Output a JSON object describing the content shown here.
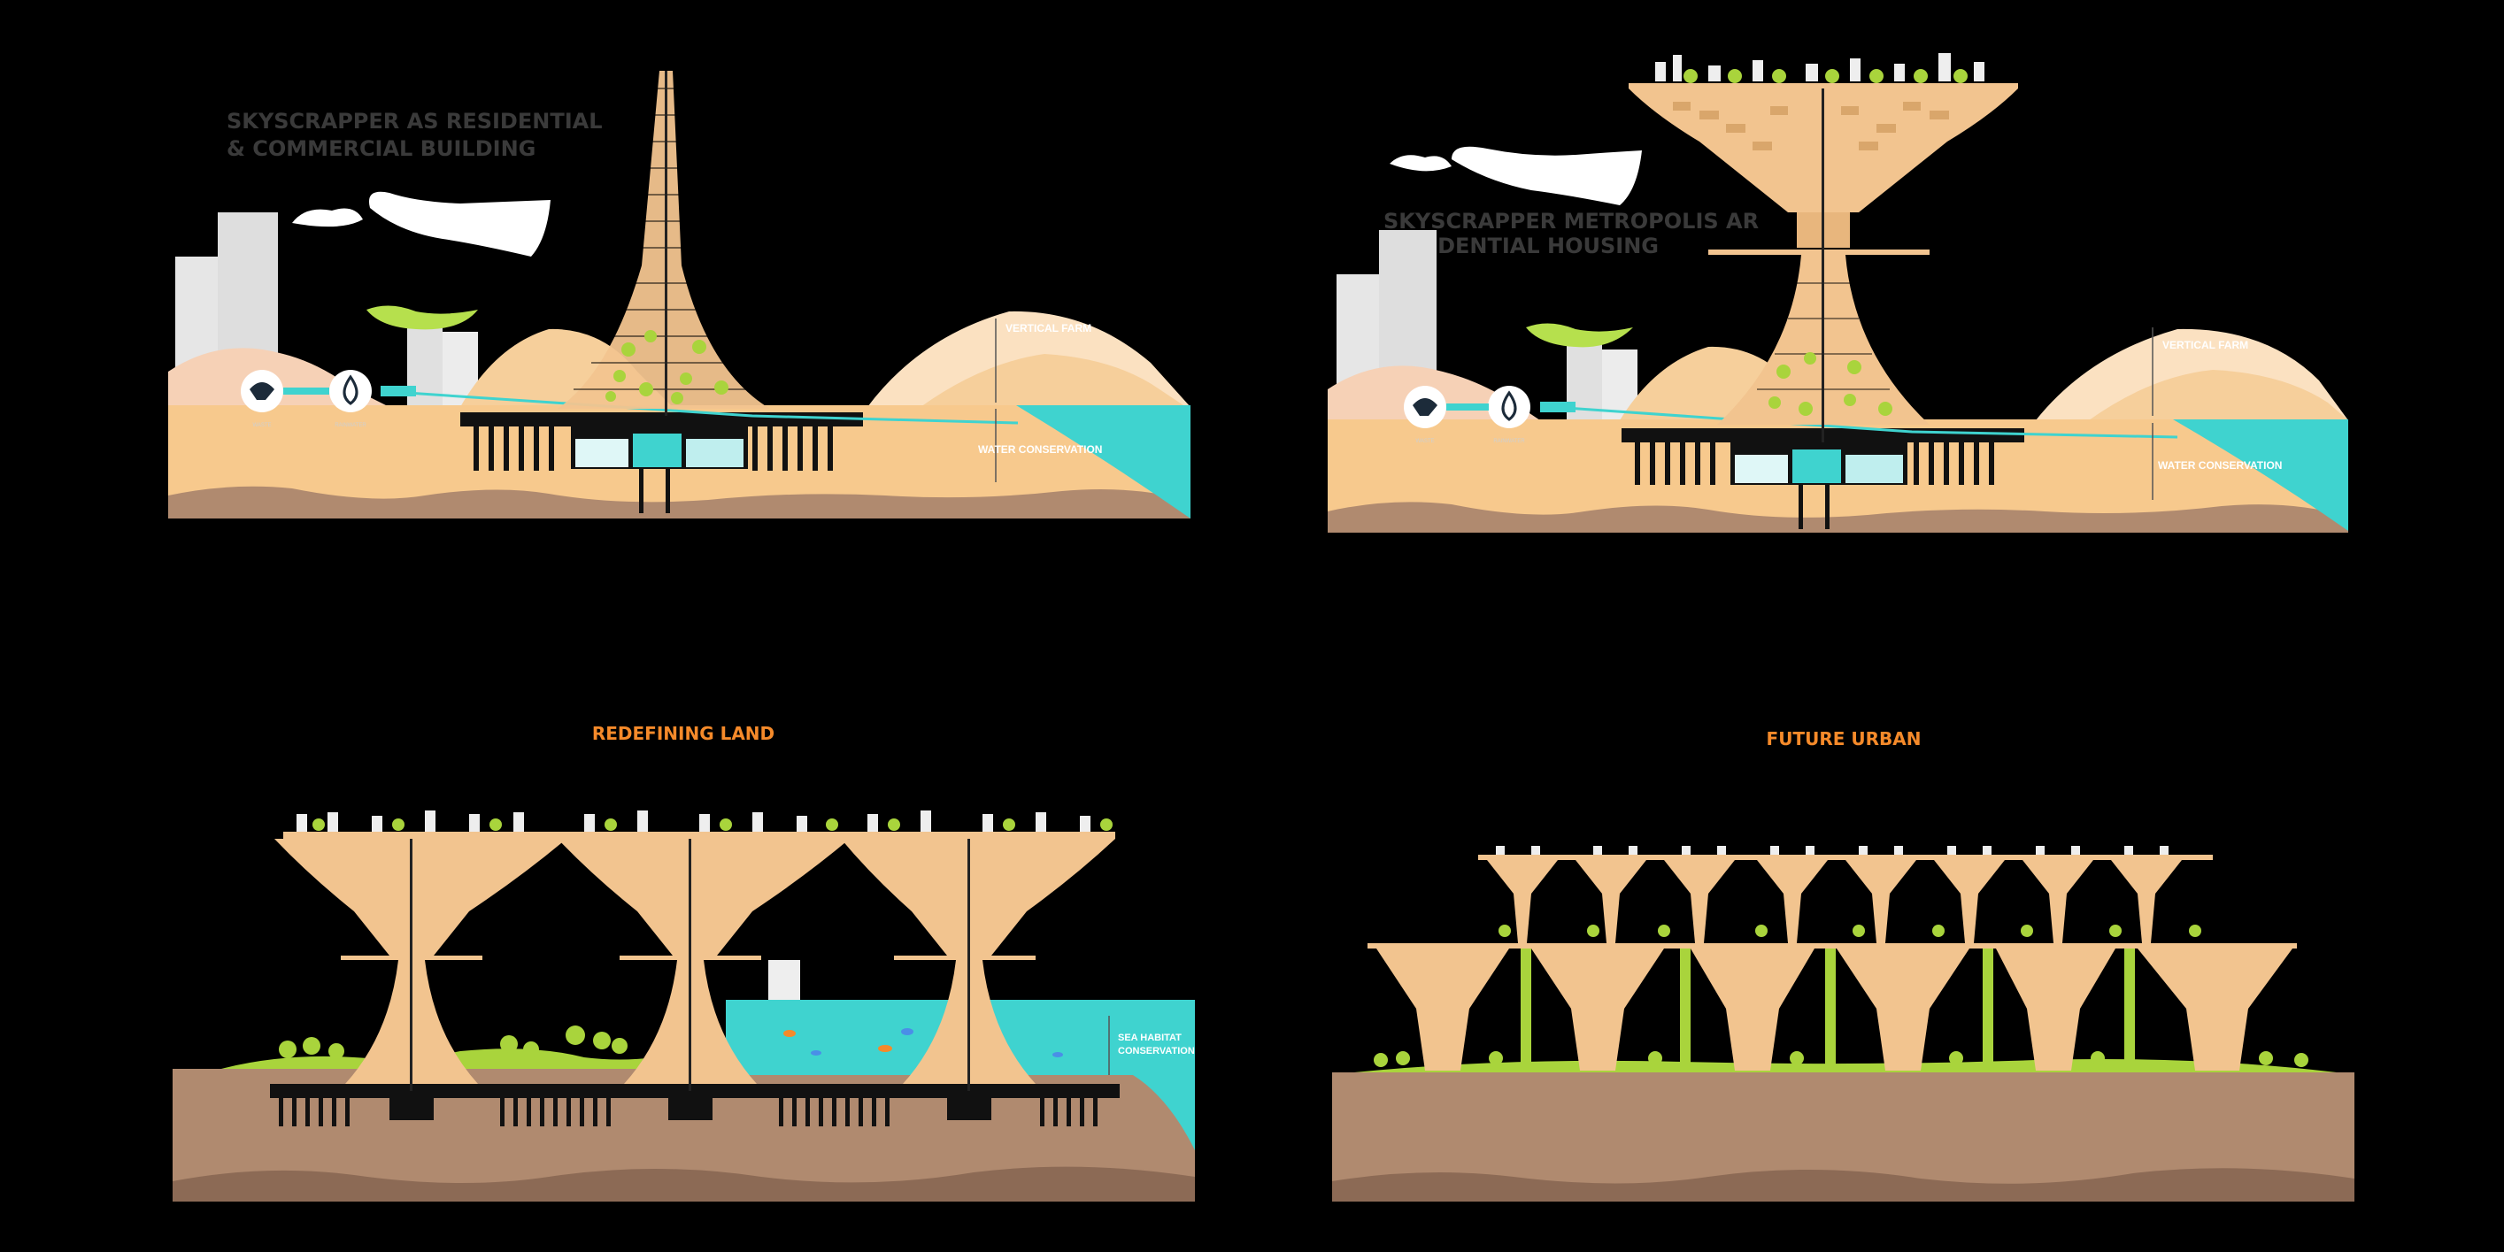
{
  "colors": {
    "background": "#000000",
    "sand": "#f7c98d",
    "sand_light": "#fbe1c1",
    "wood": "#f2c48f",
    "water": "#3fd3cf",
    "soil": "#b08a6f",
    "soil_dark": "#8c6a55",
    "green": "#a9d43c",
    "green_dark": "#6c9d1e",
    "building": "#e6e6e6",
    "title": "#3a3a3a",
    "title_orange": "#f58a2a"
  },
  "panel1": {
    "title_line1": "SKYSCRAPPER AS RESIDENTIAL",
    "title_line2": "& COMMERCIAL BUILDING",
    "label_vertical_farm": "VERTICAL FARM",
    "label_water_conservation": "WATER CONSERVATION",
    "icon_label_1": "WASTE",
    "icon_label_2": "RAINWATER"
  },
  "panel2": {
    "title_line1": "SKYSCRAPPER METROPOLIS AR",
    "title_line2": "RESIDENTIAL HOUSING",
    "label_vertical_farm": "VERTICAL FARM",
    "label_water_conservation": "WATER CONSERVATION",
    "icon_label_1": "WASTE",
    "icon_label_2": "RAINWATER"
  },
  "panel3": {
    "title": "REDEFINING LAND",
    "label_sea_habitat_line1": "SEA HABITAT",
    "label_sea_habitat_line2": "CONSERVATION"
  },
  "panel4": {
    "title": "FUTURE URBAN"
  }
}
